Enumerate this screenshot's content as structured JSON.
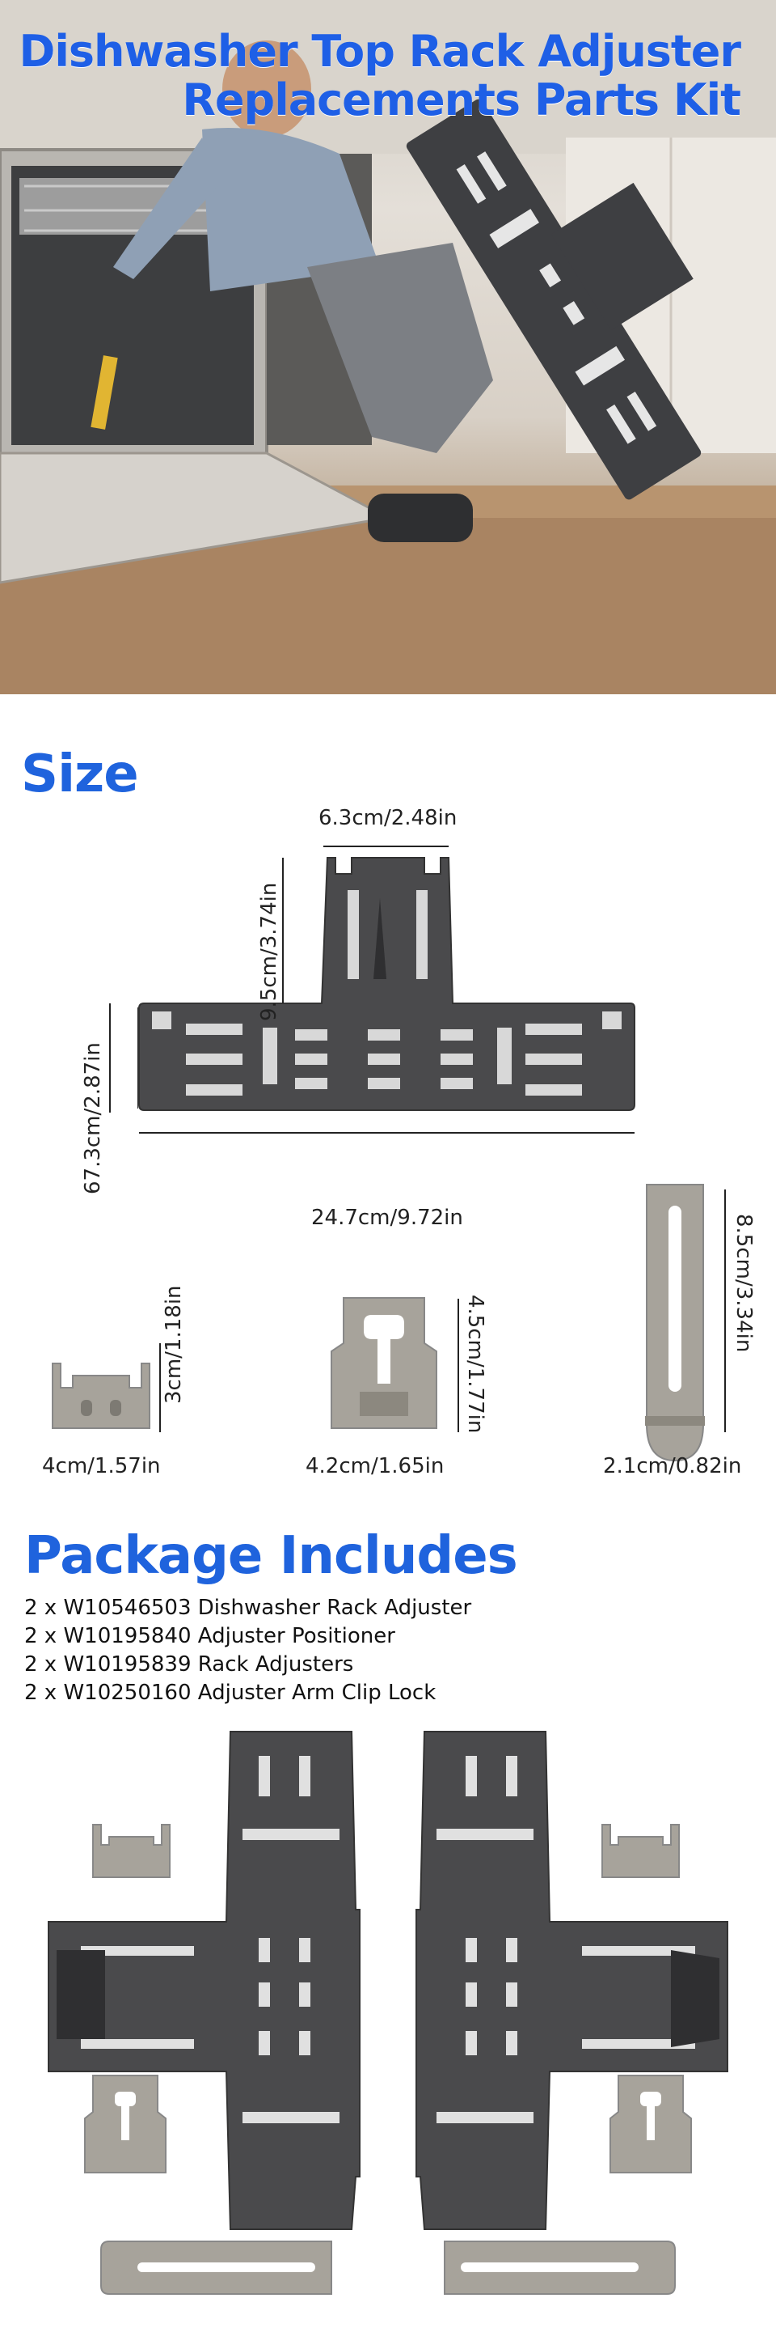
{
  "hero": {
    "title_line1": "Dishwasher Top Rack Adjuster",
    "title_line2": "Replacements Parts Kit"
  },
  "size_section": {
    "title": "Size",
    "dimensions": {
      "top_width": "6.3cm/2.48in",
      "top_height": "9.5cm/3.74in",
      "side_height": "67.3cm/2.87in",
      "total_width": "24.7cm/9.72in",
      "arm_height": "8.5cm/3.34in",
      "clip_height": "3cm/1.18in",
      "clip_width": "4cm/1.57in",
      "positioner_height": "4.5cm/1.77in",
      "positioner_width": "4.2cm/1.65in",
      "arm_width": "2.1cm/0.82in"
    }
  },
  "package_section": {
    "title": "Package Includes",
    "items": [
      "2 x W10546503 Dishwasher Rack Adjuster",
      "2 x W10195840 Adjuster Positioner",
      "2 x W10195839 Rack Adjusters",
      "2 x W10250160 Adjuster Arm Clip Lock"
    ]
  },
  "colors": {
    "title_blue": "#1f63dd",
    "part_dark": "#4a4a4c",
    "part_light": "#a7a39b"
  }
}
